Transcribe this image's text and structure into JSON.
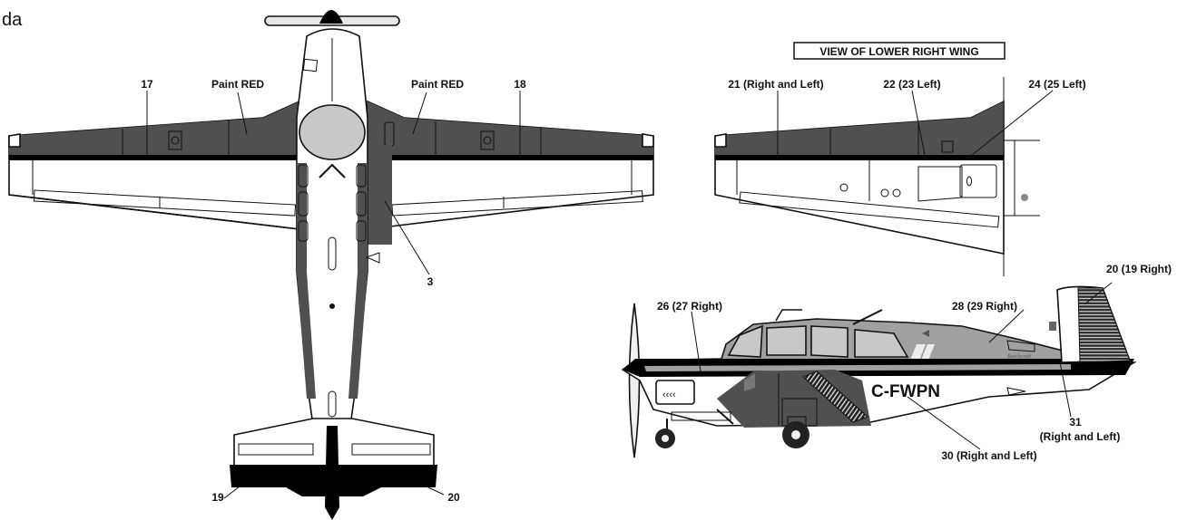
{
  "corner_text": "da",
  "top_view": {
    "labels": {
      "item_17": "17",
      "paint_red_left": "Paint RED",
      "paint_red_right": "Paint RED",
      "item_18": "18",
      "item_3": "3",
      "item_19": "19",
      "item_20": "20"
    }
  },
  "lower_wing_view": {
    "title": "VIEW OF LOWER RIGHT WING",
    "labels": {
      "item_21": "21 (Right and Left)",
      "item_22": "22 (23 Left)",
      "item_24": "24 (25 Left)"
    }
  },
  "side_view": {
    "registration": "C-FWPN",
    "labels": {
      "item_20": "20 (19 Right)",
      "item_26": "26 (27 Right)",
      "item_28": "28 (29 Right)",
      "item_30": "30 (Right and Left)",
      "item_31_line1": "31",
      "item_31_line2": "(Right and Left)"
    }
  },
  "colors": {
    "dark_paint": "#505050",
    "light_paint": "#a0a0a0",
    "canopy": "#c8c8c8",
    "outline": "#111111",
    "black": "#000000",
    "white": "#ffffff"
  }
}
